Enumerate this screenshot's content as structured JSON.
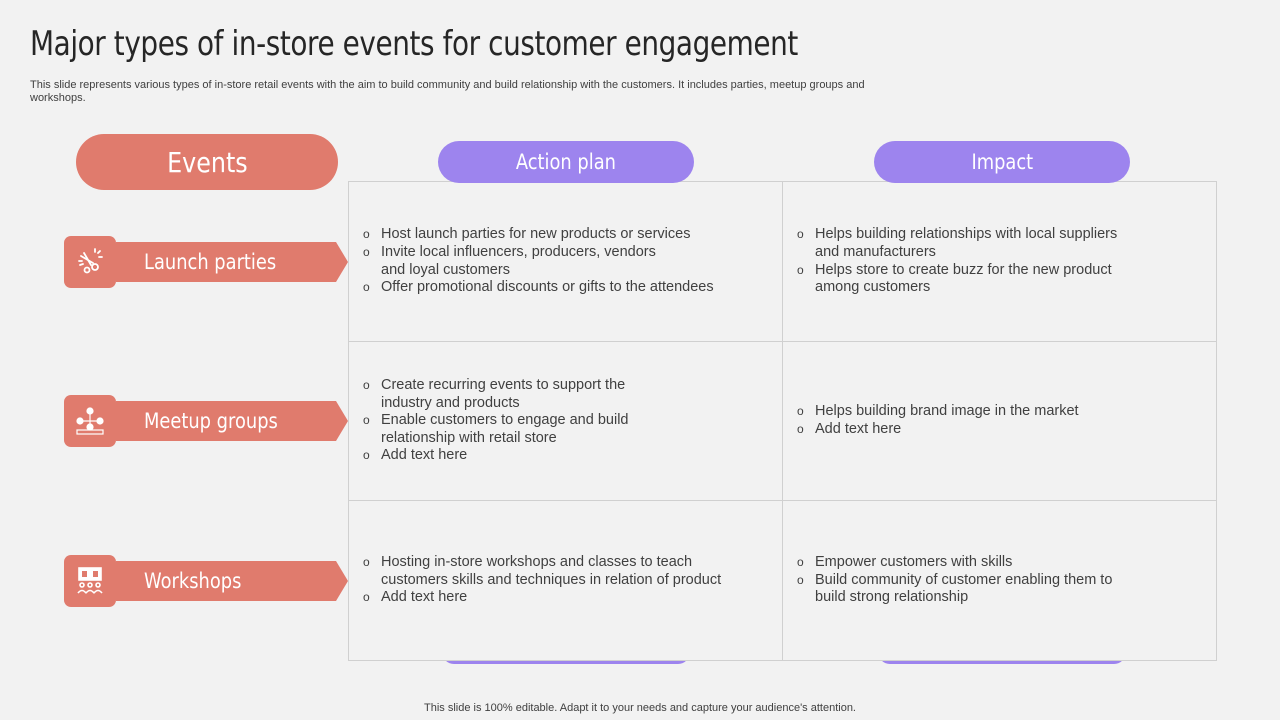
{
  "title": "Major types of in-store events for customer engagement",
  "subtitle": "This slide represents various types of in-store retail events with the aim to build community and build relationship with the customers. It includes parties, meetup groups and workshops.",
  "headers": {
    "events": "Events",
    "action_plan": "Action plan",
    "impact": "Impact"
  },
  "rows": [
    {
      "event": "Launch parties",
      "icon": "party-popper-icon",
      "action_plan": [
        "Host launch parties for new products or services",
        "Invite local influencers, producers, vendors\nand loyal customers",
        "Offer promotional discounts or gifts to the attendees"
      ],
      "impact": [
        "Helps building relationships with local suppliers\nand manufacturers",
        "Helps store to create buzz for the new product\namong customers"
      ]
    },
    {
      "event": "Meetup groups",
      "icon": "group-network-icon",
      "action_plan": [
        "Create recurring events to support the\nindustry and products",
        "Enable customers to engage and build\nrelationship with retail store",
        "Add text here"
      ],
      "impact": [
        "Helps building brand image in the market",
        "Add text here"
      ]
    },
    {
      "event": "Workshops",
      "icon": "workshop-presentation-icon",
      "action_plan": [
        "Hosting in-store workshops and classes to teach\ncustomers skills and techniques in relation of product",
        "Add text here"
      ],
      "impact": [
        "Empower customers with skills",
        "Build community of customer enabling them to\nbuild strong relationship"
      ]
    }
  ],
  "footer": "This slide is 100% editable. Adapt it to your needs and capture your audience's attention.",
  "colors": {
    "coral": "#e07b6d",
    "purple": "#9d84ee",
    "background": "#f2f2f2"
  }
}
